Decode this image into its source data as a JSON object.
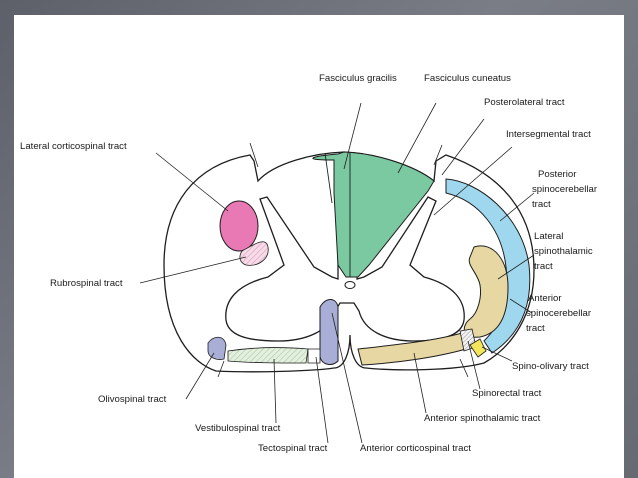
{
  "labels": {
    "fasciculus_gracilis": "Fasciculus gracilis",
    "fasciculus_cuneatus": "Fasciculus cuneatus",
    "posterolateral_tract": "Posterolateral tract",
    "intersegmental_tract": "Intersegmental tract",
    "posterior_spinocerebellar": [
      "Posterior",
      "spinocerebellar",
      "tract"
    ],
    "lateral_spinothalamic": [
      "Lateral",
      "spinothalamic",
      "tract"
    ],
    "anterior_spinocerebellar": [
      "Anterior",
      "spinocerebellar",
      "tract"
    ],
    "spino_olivary_tract": "Spino-olivary tract",
    "spinorectal_tract": "Spinorectal tract",
    "anterior_spinothalamic_tract": "Anterior spinothalamic tract",
    "anterior_corticospinal_tract": "Anterior corticospinal tract",
    "tectospinal_tract": "Tectospinal tract",
    "vestibulospinal_tract": "Vestibulospinal tract",
    "olivospinal_tract": "Olivospinal tract",
    "rubrospinal_tract": "Rubrospinal tract",
    "lateral_corticospinal_tract": "Lateral corticospinal tract"
  },
  "colors": {
    "dorsal_columns": "#7ac9a0",
    "lateral_corticospinal": "#e879b4",
    "posterior_spinocerebellar": "#9fd8ee",
    "spinothalamic": "#e6d7a3",
    "anterior_corticospinal": "#a8aed6",
    "spino_olivary": "#f4e65a",
    "hatched_tracts": "#cfe3c9"
  }
}
